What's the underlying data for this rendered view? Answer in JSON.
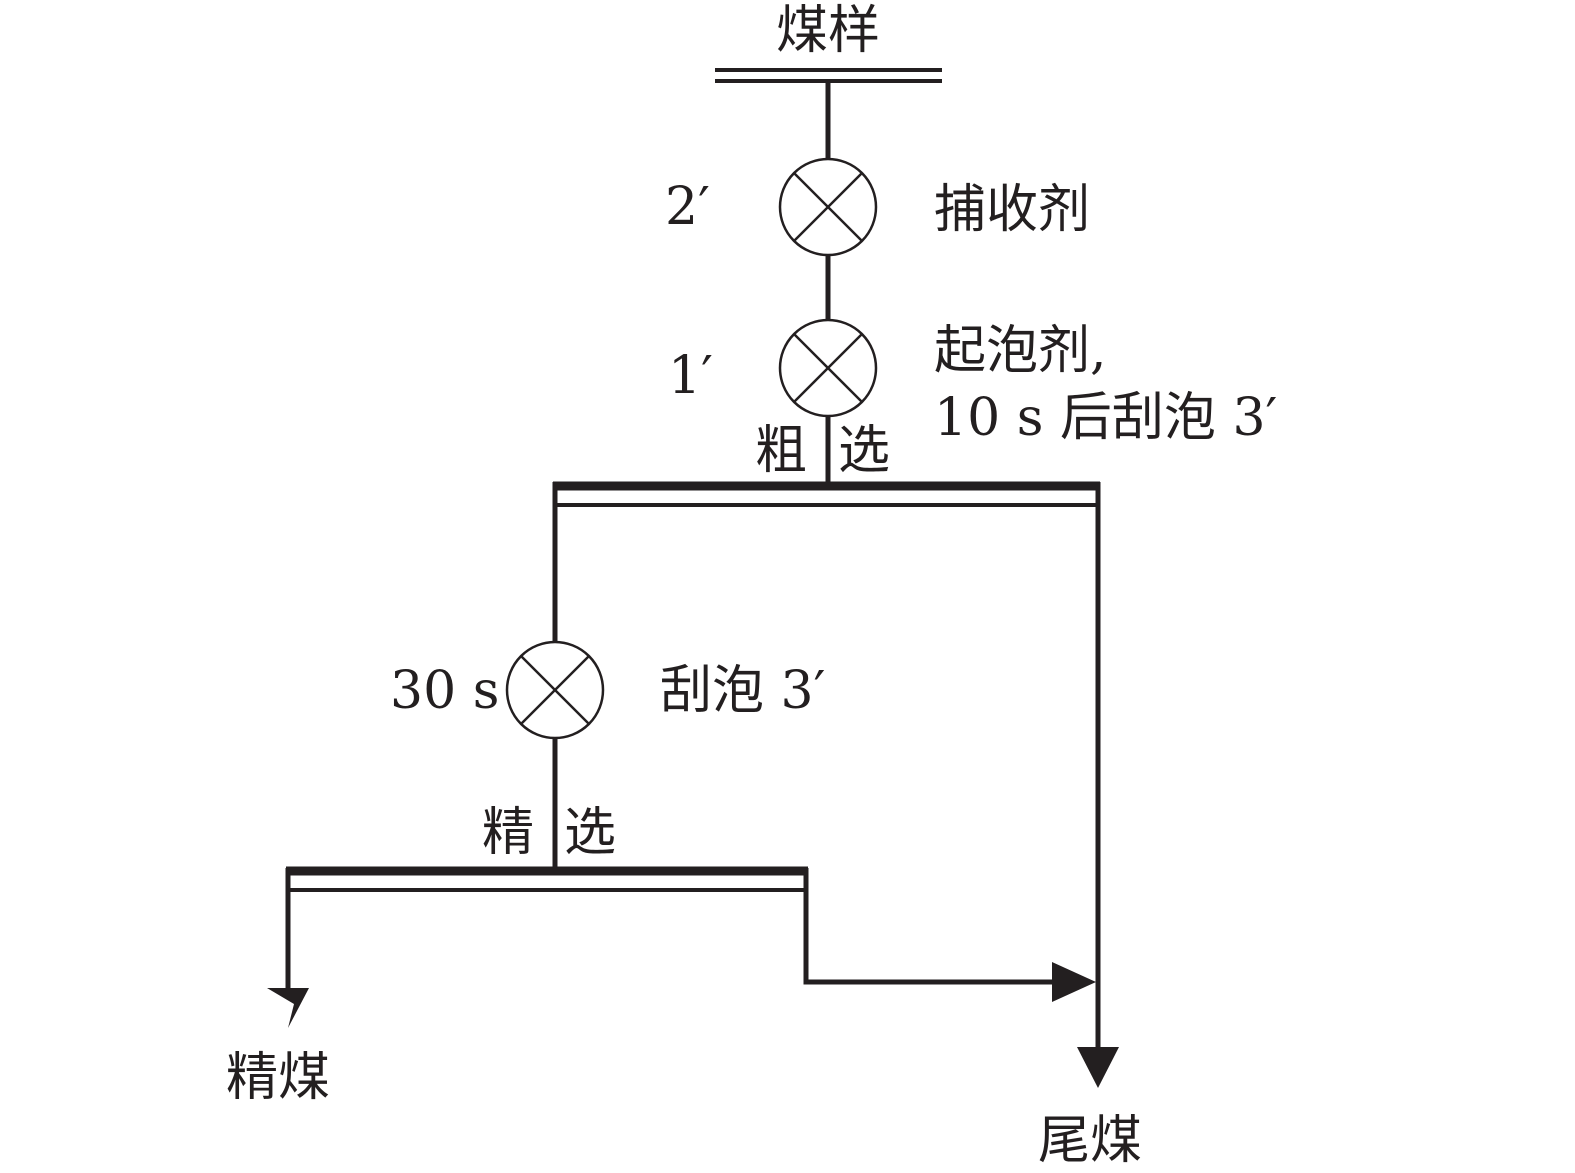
{
  "diagram": {
    "feed": {
      "label": "煤样"
    },
    "collector_stage": {
      "time": "2′",
      "reagent": "捕收剂"
    },
    "frother_stage": {
      "time": "1′",
      "reagent": "起泡剂,",
      "note": "10 s 后刮泡 3′"
    },
    "rougher": {
      "label_left": "粗",
      "label_right": "选"
    },
    "cleaner_conditioning": {
      "time": "30 s",
      "note": "刮泡 3′"
    },
    "cleaner": {
      "label_left": "精",
      "label_right": "选"
    },
    "products": {
      "concentrate": "精煤",
      "tailings": "尾煤"
    },
    "colors": {
      "line": "#231f20",
      "background": "#ffffff"
    }
  }
}
